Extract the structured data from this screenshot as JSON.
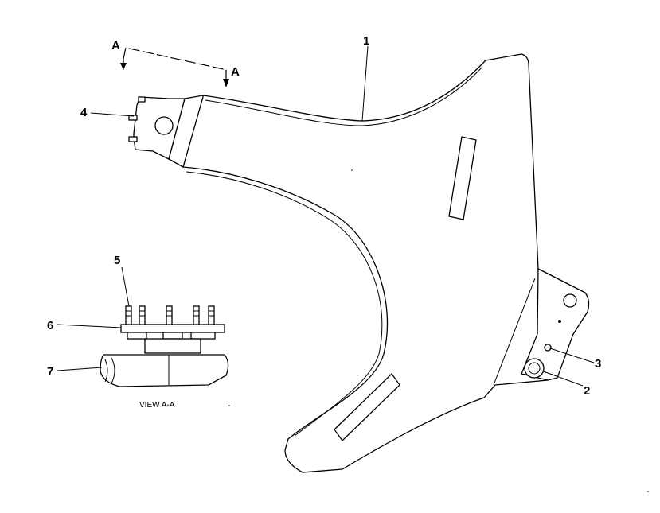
{
  "section_marker": {
    "left": "A",
    "right": "A"
  },
  "callouts": [
    {
      "id": "1",
      "label": "1"
    },
    {
      "id": "2",
      "label": "2"
    },
    {
      "id": "3",
      "label": "3"
    },
    {
      "id": "4",
      "label": "4"
    },
    {
      "id": "5",
      "label": "5"
    },
    {
      "id": "6",
      "label": "6"
    },
    {
      "id": "7",
      "label": "7"
    }
  ],
  "view_label": "VIEW A-A"
}
